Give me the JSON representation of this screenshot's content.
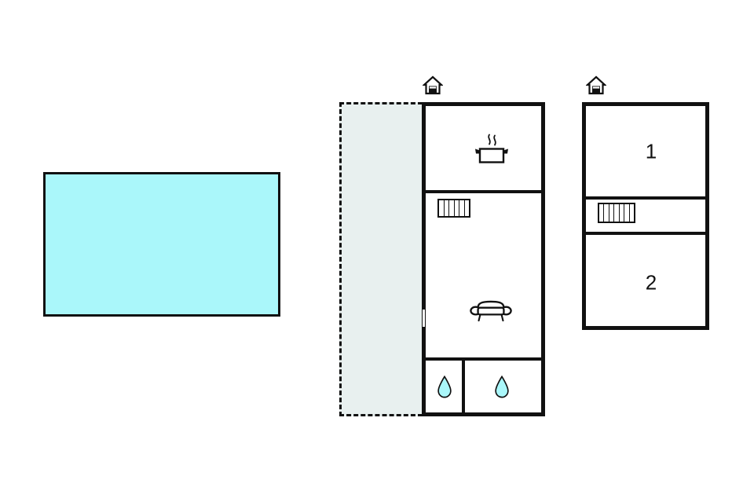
{
  "document": {
    "type": "floor-plan",
    "title": "Holiday home floor plan",
    "background_color": "#ffffff"
  },
  "colors": {
    "wall": "#111111",
    "pool_fill": "#aaf7fa",
    "terrace_fill": "#e8f0ef",
    "water_drop_fill": "#aaf7fa",
    "room_white": "#ffffff"
  },
  "features": {
    "pool": {
      "name": "pool",
      "label": "",
      "fill": "#aaf7fa"
    },
    "terrace": {
      "name": "terrace",
      "label": "",
      "fill": "#e8f0ef",
      "border_style": "dashed"
    }
  },
  "ground_floor": {
    "name": "ground-floor",
    "entrance_icon": "house-entrance-icon",
    "rooms": [
      {
        "name": "kitchen",
        "icon": "cooking-pot-icon",
        "label": ""
      },
      {
        "name": "living-room",
        "icon": "sofa-icon",
        "label": ""
      },
      {
        "name": "bathroom-left",
        "icon": "water-drop-icon",
        "label": ""
      },
      {
        "name": "bathroom-right",
        "icon": "water-drop-icon",
        "label": ""
      }
    ],
    "stairs_icon": "stairs-icon",
    "door_icon": "door-opening-icon"
  },
  "upper_floor": {
    "name": "upper-floor",
    "entrance_icon": "house-entrance-icon",
    "rooms": [
      {
        "name": "bedroom-1",
        "label": "1"
      },
      {
        "name": "bedroom-2",
        "label": "2"
      }
    ],
    "stairs_icon": "stairs-icon"
  }
}
